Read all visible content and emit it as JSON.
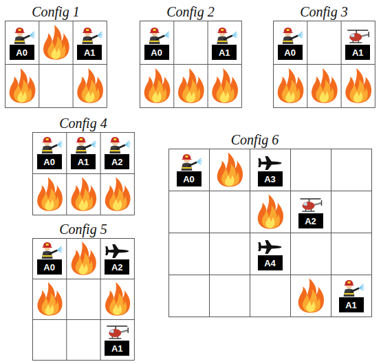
{
  "diagram": {
    "nodes": [
      {
        "text": [
          "Config 1"
        ]
      },
      {
        "text": [
          "A0"
        ],
        "in": 0
      },
      {
        "text": [
          "A1"
        ],
        "in": 0
      },
      {
        "text": [
          "Config 2"
        ]
      },
      {
        "text": [
          "A0"
        ],
        "in": 3
      },
      {
        "text": [
          "A1"
        ],
        "in": 3
      },
      {
        "text": [
          "Config 3"
        ]
      },
      {
        "text": [
          "A0"
        ],
        "in": 6
      },
      {
        "text": [
          "A1"
        ],
        "in": 6
      },
      {
        "text": [
          "Config 4"
        ]
      },
      {
        "text": [
          "A0"
        ],
        "in": 9
      },
      {
        "text": [
          "A1"
        ],
        "in": 9
      },
      {
        "text": [
          "A2"
        ],
        "in": 9
      },
      {
        "text": [
          "Config 5"
        ]
      },
      {
        "text": [
          "A0"
        ],
        "in": 13
      },
      {
        "text": [
          "A2"
        ],
        "in": 13
      },
      {
        "text": [
          "A1"
        ],
        "in": 13
      },
      {
        "text": [
          "Config 6"
        ]
      },
      {
        "text": [
          "A0"
        ],
        "in": 17
      },
      {
        "text": [
          "A3"
        ],
        "in": 17
      },
      {
        "text": [
          "A2"
        ],
        "in": 17
      },
      {
        "text": [
          "A4"
        ],
        "in": 17
      },
      {
        "text": [
          "A1"
        ],
        "in": 17
      }
    ]
  }
}
